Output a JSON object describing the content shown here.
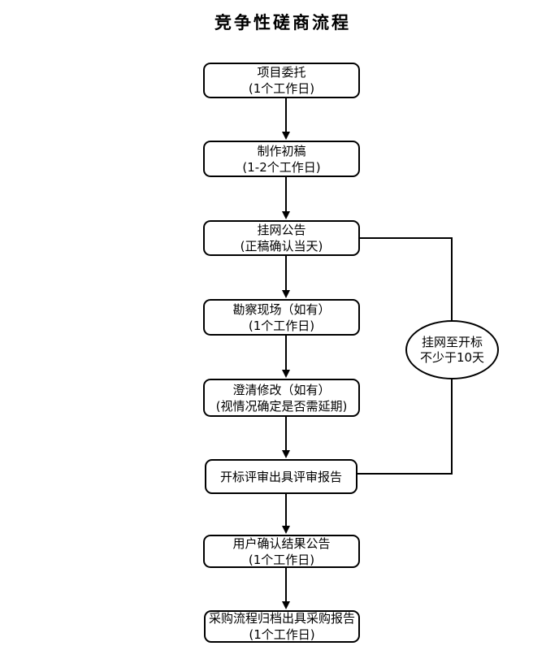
{
  "title": "竞争性磋商流程",
  "flow": {
    "steps": [
      {
        "name": "项目委托",
        "duration": "(1个工作日)"
      },
      {
        "name": "制作初稿",
        "duration": "(1-2个工作日)"
      },
      {
        "name": "挂网公告",
        "duration": "(正稿确认当天)"
      },
      {
        "name": "勘察现场（如有）",
        "duration": "(1个工作日)"
      },
      {
        "name": "澄清修改（如有）",
        "duration": "(视情况确定是否需延期)"
      },
      {
        "name": "开标评审出具评审报告",
        "duration": ""
      },
      {
        "name": "用户确认结果公告",
        "duration": "(1个工作日)"
      },
      {
        "name": "采购流程归档出具采购报告",
        "duration": "(1个工作日)"
      }
    ],
    "annotation": {
      "line1": "挂网至开标",
      "line2": "不少于10天"
    }
  },
  "colors": {
    "background": "#ffffff",
    "node_fill": "#ffffff",
    "stroke": "#000000",
    "text": "#000000"
  }
}
